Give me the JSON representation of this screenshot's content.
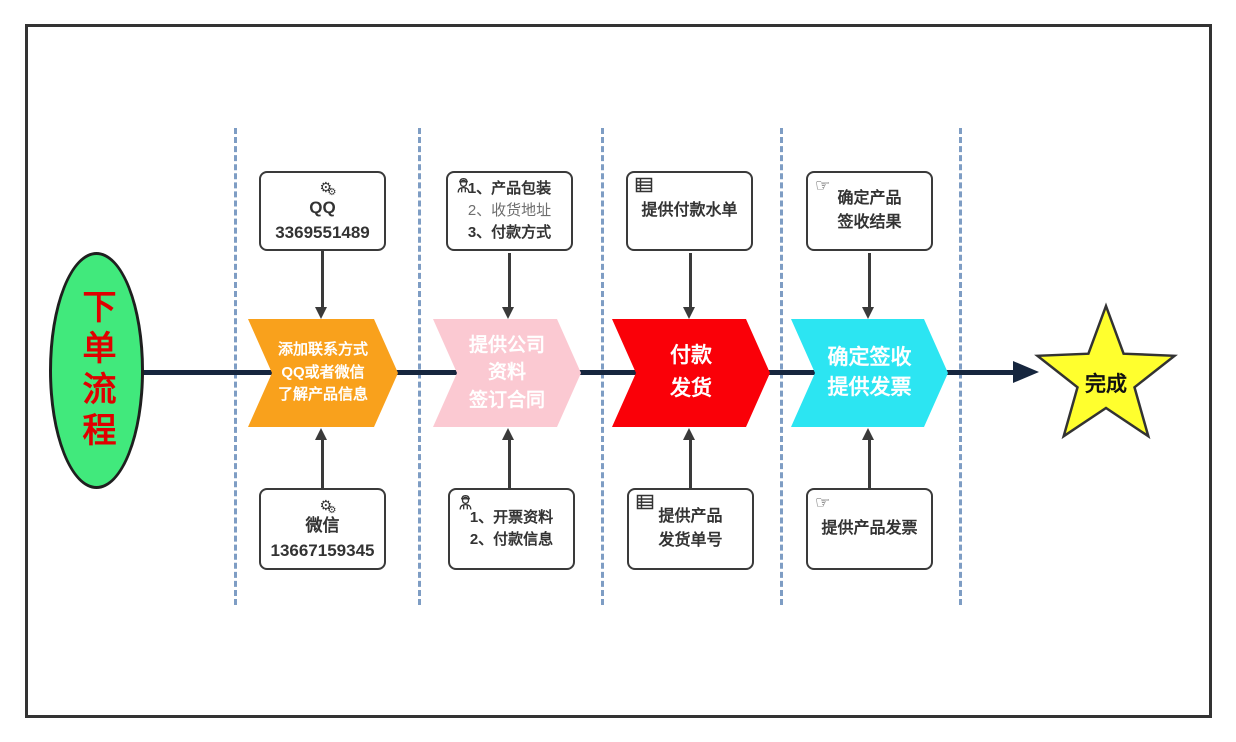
{
  "diagram": {
    "start": {
      "label": "下单流程"
    },
    "finish": {
      "label": "完成"
    },
    "stages": [
      {
        "label": "添加联系方式\nQQ或者微信\n了解产品信息",
        "color": "#F9A11C"
      },
      {
        "label": "提供公司\n资料\n签订合同",
        "color": "#FBC9D2"
      },
      {
        "label": "付款\n发货",
        "color": "#FA0008"
      },
      {
        "label": "确定签收\n提供发票",
        "color": "#2CE5F2"
      }
    ],
    "top_boxes": [
      {
        "icon": "gears-icon",
        "text": "QQ\n3369551489"
      },
      {
        "icon": "worker-icon",
        "lines": [
          "1、产品包装",
          "2、收货地址",
          "3、付款方式"
        ]
      },
      {
        "icon": "table-icon",
        "text": "提供付款水单"
      },
      {
        "icon": "hand-icon",
        "text": "确定产品\n签收结果"
      }
    ],
    "bottom_boxes": [
      {
        "icon": "gears-icon",
        "text": "微信\n13667159345"
      },
      {
        "icon": "worker-icon",
        "lines": [
          "1、开票资料",
          "2、付款信息"
        ]
      },
      {
        "icon": "table-icon",
        "text": "提供产品\n发货单号"
      },
      {
        "icon": "hand-icon",
        "text": "提供产品发票"
      }
    ],
    "icons": {
      "gear": "⚙",
      "hand": "☞"
    },
    "colors": {
      "start_fill": "#41E97C",
      "start_text": "#E00000",
      "stage1": "#F9A11C",
      "stage2": "#FBC9D2",
      "stage3": "#FA0008",
      "stage4": "#2CE5F2",
      "finish_fill": "#FFFF2E",
      "flow_line": "#16263E",
      "lane_dash": "#7E9DC4",
      "connector": "#3A3A3A"
    }
  }
}
